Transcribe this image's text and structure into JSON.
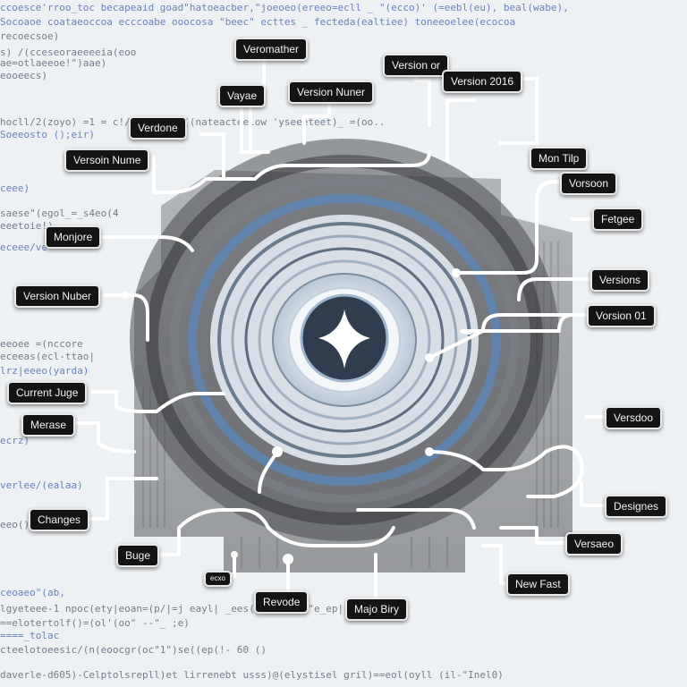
{
  "colors": {
    "background": "#eef1f4",
    "label_bg": "#141414",
    "label_text": "#f2f2f2",
    "ring_blue": "#5b86b8",
    "ring_dark": "#3d3f42",
    "trace": "#ffffff"
  },
  "center_icon": "four-point-star-icon",
  "code_lines": [
    "ccoesce'rroo_toc becapeaid goad\"hatoeacber,\"joeoeo(ereeo=ecll   _ \"(ecco)' (=eebl(eu), beal(wabe),",
    "Socoaoe  coataeoccoa  ecccoabe  ooocosa  \"beec\"  ecttes  _ fecteda(ealtiee) toneeoelee(ecocoa",
    "  recoecsoe)",
    "s)         /(cceseoraeeeeia(eoo",
    "  ae=otlaeeoe!\")aae)",
    "eooeecs)",
    "hocll/2(zoyo)   =1   =              c!/ 'c;eeqo\"((nateacteelow  'yseeeteet)_ =(oo..",
    "Soeeosto   ();eir)",
    "  ceee)",
    "saese\"(egol_=_s4eo(4",
    "eeetoie!)",
    "eceee/ve",
    "eeoee =(nccore",
    "eceeas(ecl-ttao|",
    "lrz|eeeo(yarda)",
    "ecrz)",
    "verlee/(ealaa)",
    "eeo()",
    "ceoaeo\"(ab,",
    "lgyeteee-1   npoc(ety|eoan=(p/|=j eayl|  _ees(=sya(;'lo\"e_ep|",
    "   ==elotertolf()=(ol'(oo\"   --\"_ ;e)",
    "     ====_tolac",
    "cteelotoeesic/(n(eoocgr(oc\"1\")se((ep(!- 60  ()",
    "daverle-d605)-Celptolsrepll)et lirrenebt  usss)@(elystisel gril)==eol(oyll  (il-\"Inel0)"
  ],
  "labels": [
    {
      "id": "veromathor",
      "text": "Veromather",
      "small": false
    },
    {
      "id": "version-nuner",
      "text": "Version Nuner",
      "small": false
    },
    {
      "id": "version-or",
      "text": "Version or",
      "small": false
    },
    {
      "id": "version-2016",
      "text": "Version 2016",
      "small": false
    },
    {
      "id": "vayae",
      "text": "Vayae",
      "small": false
    },
    {
      "id": "verdone",
      "text": "Verdone",
      "small": false
    },
    {
      "id": "versoin-nume",
      "text": "Versoin Nume",
      "small": false
    },
    {
      "id": "mon-tilp",
      "text": "Mon Tilp",
      "small": false
    },
    {
      "id": "vorsoon",
      "text": "Vorsoon",
      "small": false
    },
    {
      "id": "fetgee",
      "text": "Fetgee",
      "small": false
    },
    {
      "id": "monjore",
      "text": "Monjore",
      "small": false
    },
    {
      "id": "version-nuber",
      "text": "Version Nuber",
      "small": false
    },
    {
      "id": "versions",
      "text": "Versions",
      "small": false
    },
    {
      "id": "vorsion-01",
      "text": "Vorsion 01",
      "small": false
    },
    {
      "id": "current-juge",
      "text": "Current Juge",
      "small": false
    },
    {
      "id": "merase",
      "text": "Merase",
      "small": false
    },
    {
      "id": "versdoo",
      "text": "Versdoo",
      "small": false
    },
    {
      "id": "changes",
      "text": "Changes",
      "small": false
    },
    {
      "id": "designes",
      "text": "Designes",
      "small": false
    },
    {
      "id": "versaeo",
      "text": "Versaeo",
      "small": false
    },
    {
      "id": "buge",
      "text": "Buge",
      "small": false
    },
    {
      "id": "new-fast",
      "text": "New Fast",
      "small": false
    },
    {
      "id": "tiny-tag",
      "text": "ecxo",
      "small": true
    },
    {
      "id": "revode",
      "text": "Revode",
      "small": false
    },
    {
      "id": "majo-biry",
      "text": "Majo Biry",
      "small": false
    }
  ]
}
